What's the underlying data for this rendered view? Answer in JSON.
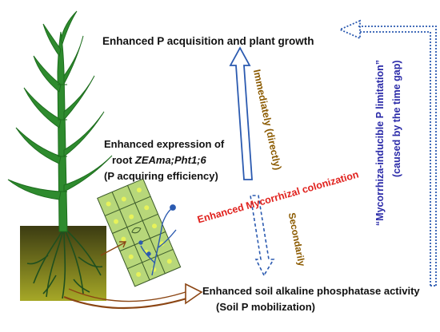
{
  "title_top": "Enhanced P acquisition and plant growth",
  "expression": {
    "line1": "Enhanced expression of",
    "line2_prefix": "root ",
    "line2_gene": "ZEAma;Pht1;6",
    "line3": "(P acquiring efficiency)"
  },
  "mycorrhizal": "Enhanced Mycorrhizal colonization",
  "immediately": "Immediately (directly)",
  "secondarily": "Secondarily",
  "bottom": {
    "line1": "Enhanced soil alkaline phosphatase activity",
    "line2": "(Soil P mobilization)"
  },
  "side": {
    "line1": "“Mycorrhiza-inducible P limitation”",
    "line2": "(caused by the time gap)"
  },
  "colors": {
    "plant": "#2e8b2e",
    "soil_top": "#3b3b12",
    "soil_bottom": "#a6a827",
    "arrow_blue": "#2b5ab0",
    "side_text": "#2a2aa8",
    "brown": "#8b4513",
    "red_text": "#e0201c",
    "orange_label": "#8b5a00"
  }
}
